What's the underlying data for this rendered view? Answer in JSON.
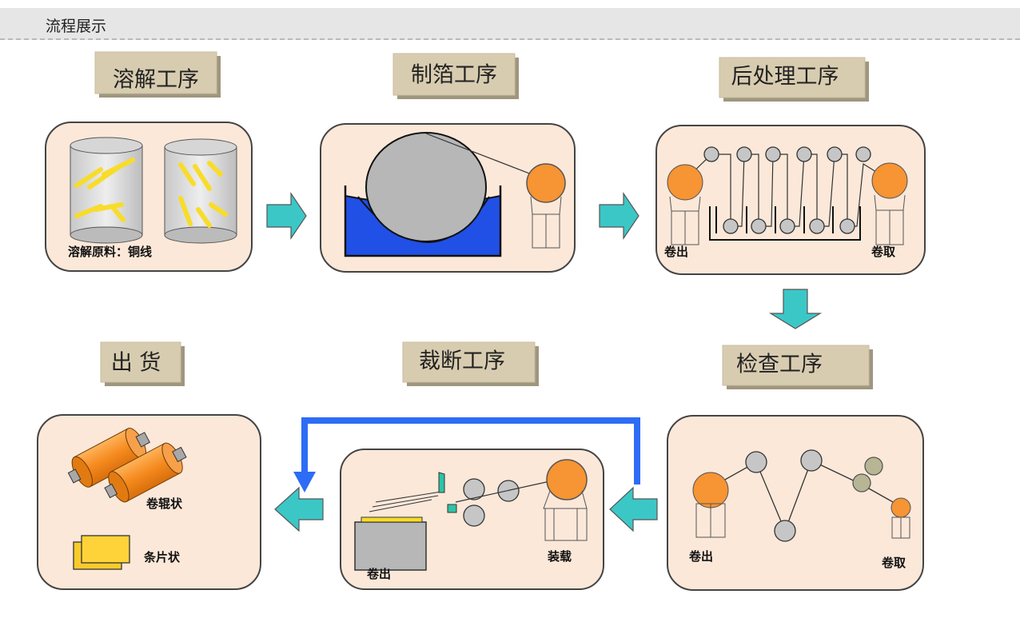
{
  "header": {
    "title": "流程展示"
  },
  "stages": {
    "dissolve": {
      "label": "溶解工序",
      "caption": "溶解原料：铜线"
    },
    "foil": {
      "label": "制箔工序"
    },
    "post": {
      "label": "后处理工序",
      "unwind": "卷出",
      "rewind": "卷取"
    },
    "inspect": {
      "label": "检查工序",
      "unwind": "卷出",
      "rewind": "卷取"
    },
    "cut": {
      "label": "裁断工序",
      "unwind": "卷出",
      "load": "装载"
    },
    "ship": {
      "label": "出 货",
      "roll_shape": "卷辊状",
      "strip_shape": "条片状"
    }
  },
  "colors": {
    "panel_fill": "#fbe8d9",
    "label_box": "#d8ccb0",
    "arrow": "#3cc7c7",
    "blue_arrow": "#2d6cf5",
    "orange": "#f79433",
    "roller": "#b7b7b7",
    "tank_blue": "#2050e6",
    "copper_piece": "#f8dc2b"
  }
}
